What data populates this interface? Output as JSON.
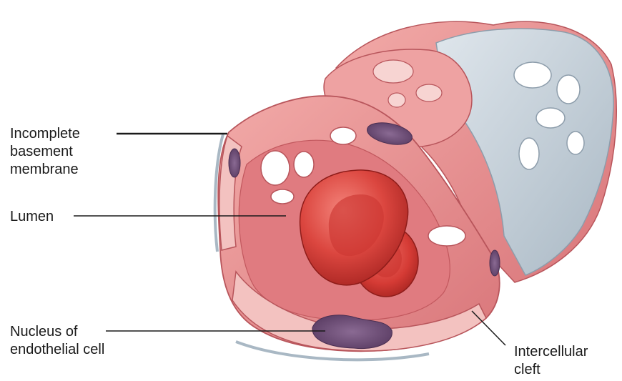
{
  "labels": {
    "basement_membrane": "Incomplete\nbasement\nmembrane",
    "lumen": "Lumen",
    "nucleus": "Nucleus of\nendothelial cell",
    "cleft": "Intercellular\ncleft"
  },
  "colors": {
    "endothelium": "#e8888c",
    "endothelium_light": "#f4b3b3",
    "endothelium_dark": "#c2585e",
    "basement_membrane": "#c9d3dc",
    "red_blood_cell": "#d9423c",
    "nucleus": "#6e4d78",
    "leader_line": "#1a1a1a"
  }
}
